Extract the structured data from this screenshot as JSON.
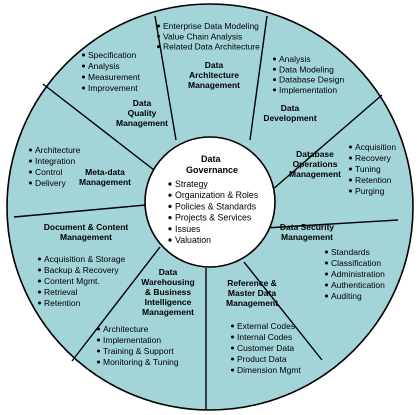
{
  "colors": {
    "ring": "#a3d4d8",
    "hub": "#ffffff",
    "line": "#000000"
  },
  "hub": {
    "title_lines": [
      "Data",
      "Governance"
    ],
    "items": [
      "Strategy",
      "Organization & Roles",
      "Policies & Standards",
      "Projects & Services",
      "Issues",
      "Valuation"
    ]
  },
  "segments": [
    {
      "key": "architecture",
      "title_lines": [
        "Data",
        "Architecture",
        "Management"
      ],
      "items": [
        "Enterprise Data Modeling",
        "Value Chain Analysis",
        "Related Data Architecture"
      ]
    },
    {
      "key": "development",
      "title_lines": [
        "Data",
        "Development"
      ],
      "items": [
        "Analysis",
        "Data Modeling",
        "Database Design",
        "Implementation"
      ]
    },
    {
      "key": "database-operations",
      "title_lines": [
        "Database",
        "Operations",
        "Management"
      ],
      "items": [
        "Acquisition",
        "Recovery",
        "Tuning",
        "Retention",
        "Purging"
      ]
    },
    {
      "key": "security",
      "title_lines": [
        "Data Security",
        "Management"
      ],
      "items": [
        "Standards",
        "Classification",
        "Administration",
        "Authentication",
        "Auditing"
      ]
    },
    {
      "key": "reference-master",
      "title_lines": [
        "Reference &",
        "Master Data",
        "Management"
      ],
      "items": [
        "External Codes",
        "Internal Codes",
        "Customer Data",
        "Product Data",
        "Dimension Mgmt"
      ]
    },
    {
      "key": "warehousing-bi",
      "title_lines": [
        "Data",
        "Warehousing",
        "& Business",
        "Intelligence",
        "Management"
      ],
      "items": [
        "Architecture",
        "Implementation",
        "Training & Support",
        "Monitoring & Tuning"
      ]
    },
    {
      "key": "document-content",
      "title_lines": [
        "Document & Content",
        "Management"
      ],
      "items": [
        "Acquisition & Storage",
        "Backup & Recovery",
        "Content Mgmt.",
        "Retrieval",
        "Retention"
      ]
    },
    {
      "key": "meta-data",
      "title_lines": [
        "Meta-data",
        "Management"
      ],
      "items": [
        "Architecture",
        "Integration",
        "Control",
        "Delivery"
      ]
    },
    {
      "key": "quality",
      "title_lines": [
        "Data",
        "Quality",
        "Management"
      ],
      "items": [
        "Specification",
        "Analysis",
        "Measurement",
        "Improvement"
      ]
    }
  ]
}
